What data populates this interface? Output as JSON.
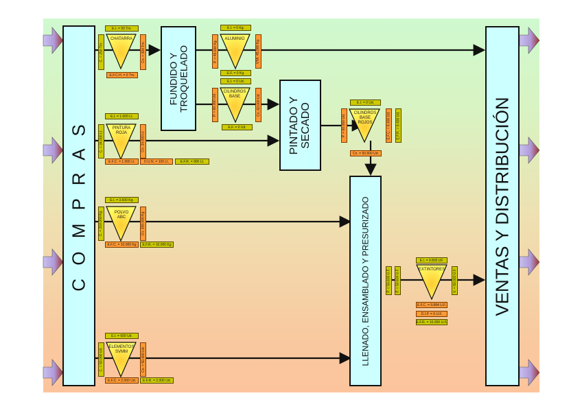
{
  "processes": {
    "compras": "C O M P R A S",
    "fundido": "FUNDIDO Y\nTROQUELADO",
    "pintado": "PINTADO Y\nSECADO",
    "llenado": "LLENADO, ENSAMBLADO Y PRESURIZADO",
    "ventas": "VENTAS Y DISTRIBUCIÓN"
  },
  "inventories": {
    "chatarra": {
      "name": "CHATARRA",
      "ei": "E.I. = 50 Tm.",
      "c": "C. = 250 Tm.",
      "cn": "Cn. = 300 Tm.",
      "efch": "E.F.C.H. = 0 Tm."
    },
    "aluminio": {
      "name": "ALUMINIO",
      "ei": "E.I. = 0 Kg.",
      "p": "P. = 45.000 Kg.",
      "vta": "VTA. 45.000 Kg.",
      "ef": "E.F. = 0 Kg."
    },
    "cilindros_base": {
      "name": "CILINDROS\nBASE",
      "ei": "E.I. = 0 Ud.",
      "p": "P. = 60.000 Ud.",
      "cn": "Cn. 60.000 Ud.",
      "ef": "E.F. = 0 Ud."
    },
    "cilindros_rojos": {
      "name": "CILINDROS\nBASE\nROJOS",
      "ei": "E.I. = 0 Ud.",
      "p": "P. = 60.000 Ud.",
      "efc": "E.F.C. = 9.400 Ud.",
      "efr": "E.F.R. = 9.400 Ud.",
      "cn": "Cn. = 50.600 Ud."
    },
    "pintura_roja": {
      "name": "PINTURA\nROJA",
      "ei": "E.I. = 1.000 Lt.",
      "c": "C. = 34.000 Lt.",
      "cn": "Cn. 34.000 Lt.",
      "efc": "E.F.C. = 1.000 Lt.",
      "dun": "D.U.N. = 100 Lt.",
      "efr": "E.F.R. = 900 Lt."
    },
    "polvo_abc": {
      "name": "POLVO\nABC",
      "ei": "E.I. = 3.600 Kg.",
      "c": "C. = 310.000 Kg",
      "cn": "Cn. 300.000 Kg",
      "efc": "E.F.C. = 10.000 Kg",
      "efr": "E.F.R. = 10.000 Kg"
    },
    "elementos": {
      "name": "ELEMENTOS\nSVMM",
      "ei": "E.I. = 600 Ud.",
      "c": "C. = 50.000 Ud.",
      "cn": "Cn. = 50.000 Ud.",
      "efc": "E.F.C. = 2.000 Ud.",
      "efr": "E.F.R. = 2.000 Ud."
    },
    "extintores": {
      "name": "EXTINTORES",
      "ei": "E.I. = 9.800 UF.",
      "p1": "P. = 50.600 U.F.",
      "p2": "P. = 50.604 U.F.",
      "v": "V. = 50.000 U.F.",
      "efc": "E.F.C. = 9.884 U.F.",
      "dip": "D.I.P. = 6 U.F.",
      "efr": "E.F.R. = 10.000 U.F."
    }
  }
}
